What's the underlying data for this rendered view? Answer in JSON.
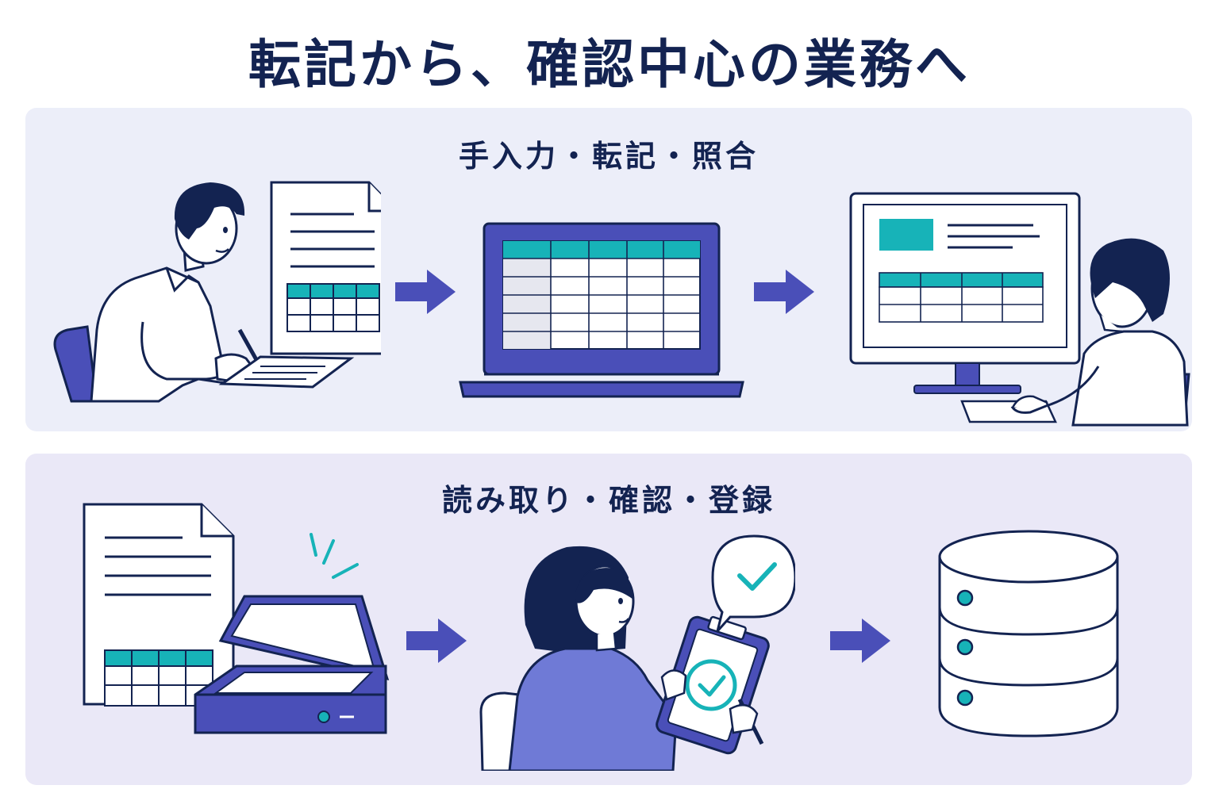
{
  "title": "転記から、確認中心の業務へ",
  "colors": {
    "navy": "#132351",
    "indigo": "#4a4fb8",
    "teal": "#17b3b8",
    "panel_top": "#eceef9",
    "panel_bottom": "#eae8f7"
  },
  "top_panel": {
    "heading": "手入力・転記・照合",
    "steps": [
      "person-writing-by-hand",
      "laptop-spreadsheet",
      "person-at-monitor"
    ]
  },
  "bottom_panel": {
    "heading": "読み取り・確認・登録",
    "steps": [
      "document-scanner",
      "person-checking-tablet",
      "database"
    ]
  }
}
